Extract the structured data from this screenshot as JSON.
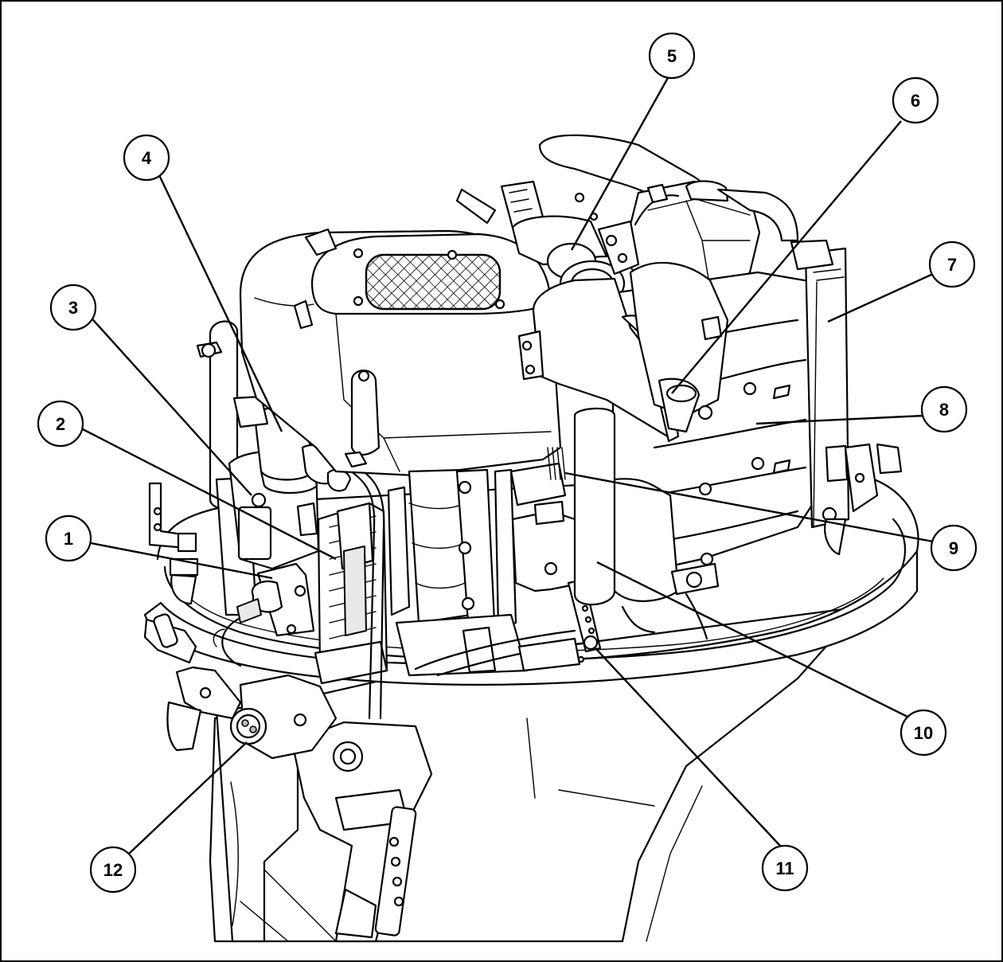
{
  "diagram": {
    "callouts": [
      {
        "label": "1"
      },
      {
        "label": "2"
      },
      {
        "label": "3"
      },
      {
        "label": "4"
      },
      {
        "label": "5"
      },
      {
        "label": "6"
      },
      {
        "label": "7"
      },
      {
        "label": "8"
      },
      {
        "label": "9"
      },
      {
        "label": "10"
      },
      {
        "label": "11"
      },
      {
        "label": "12"
      }
    ]
  }
}
